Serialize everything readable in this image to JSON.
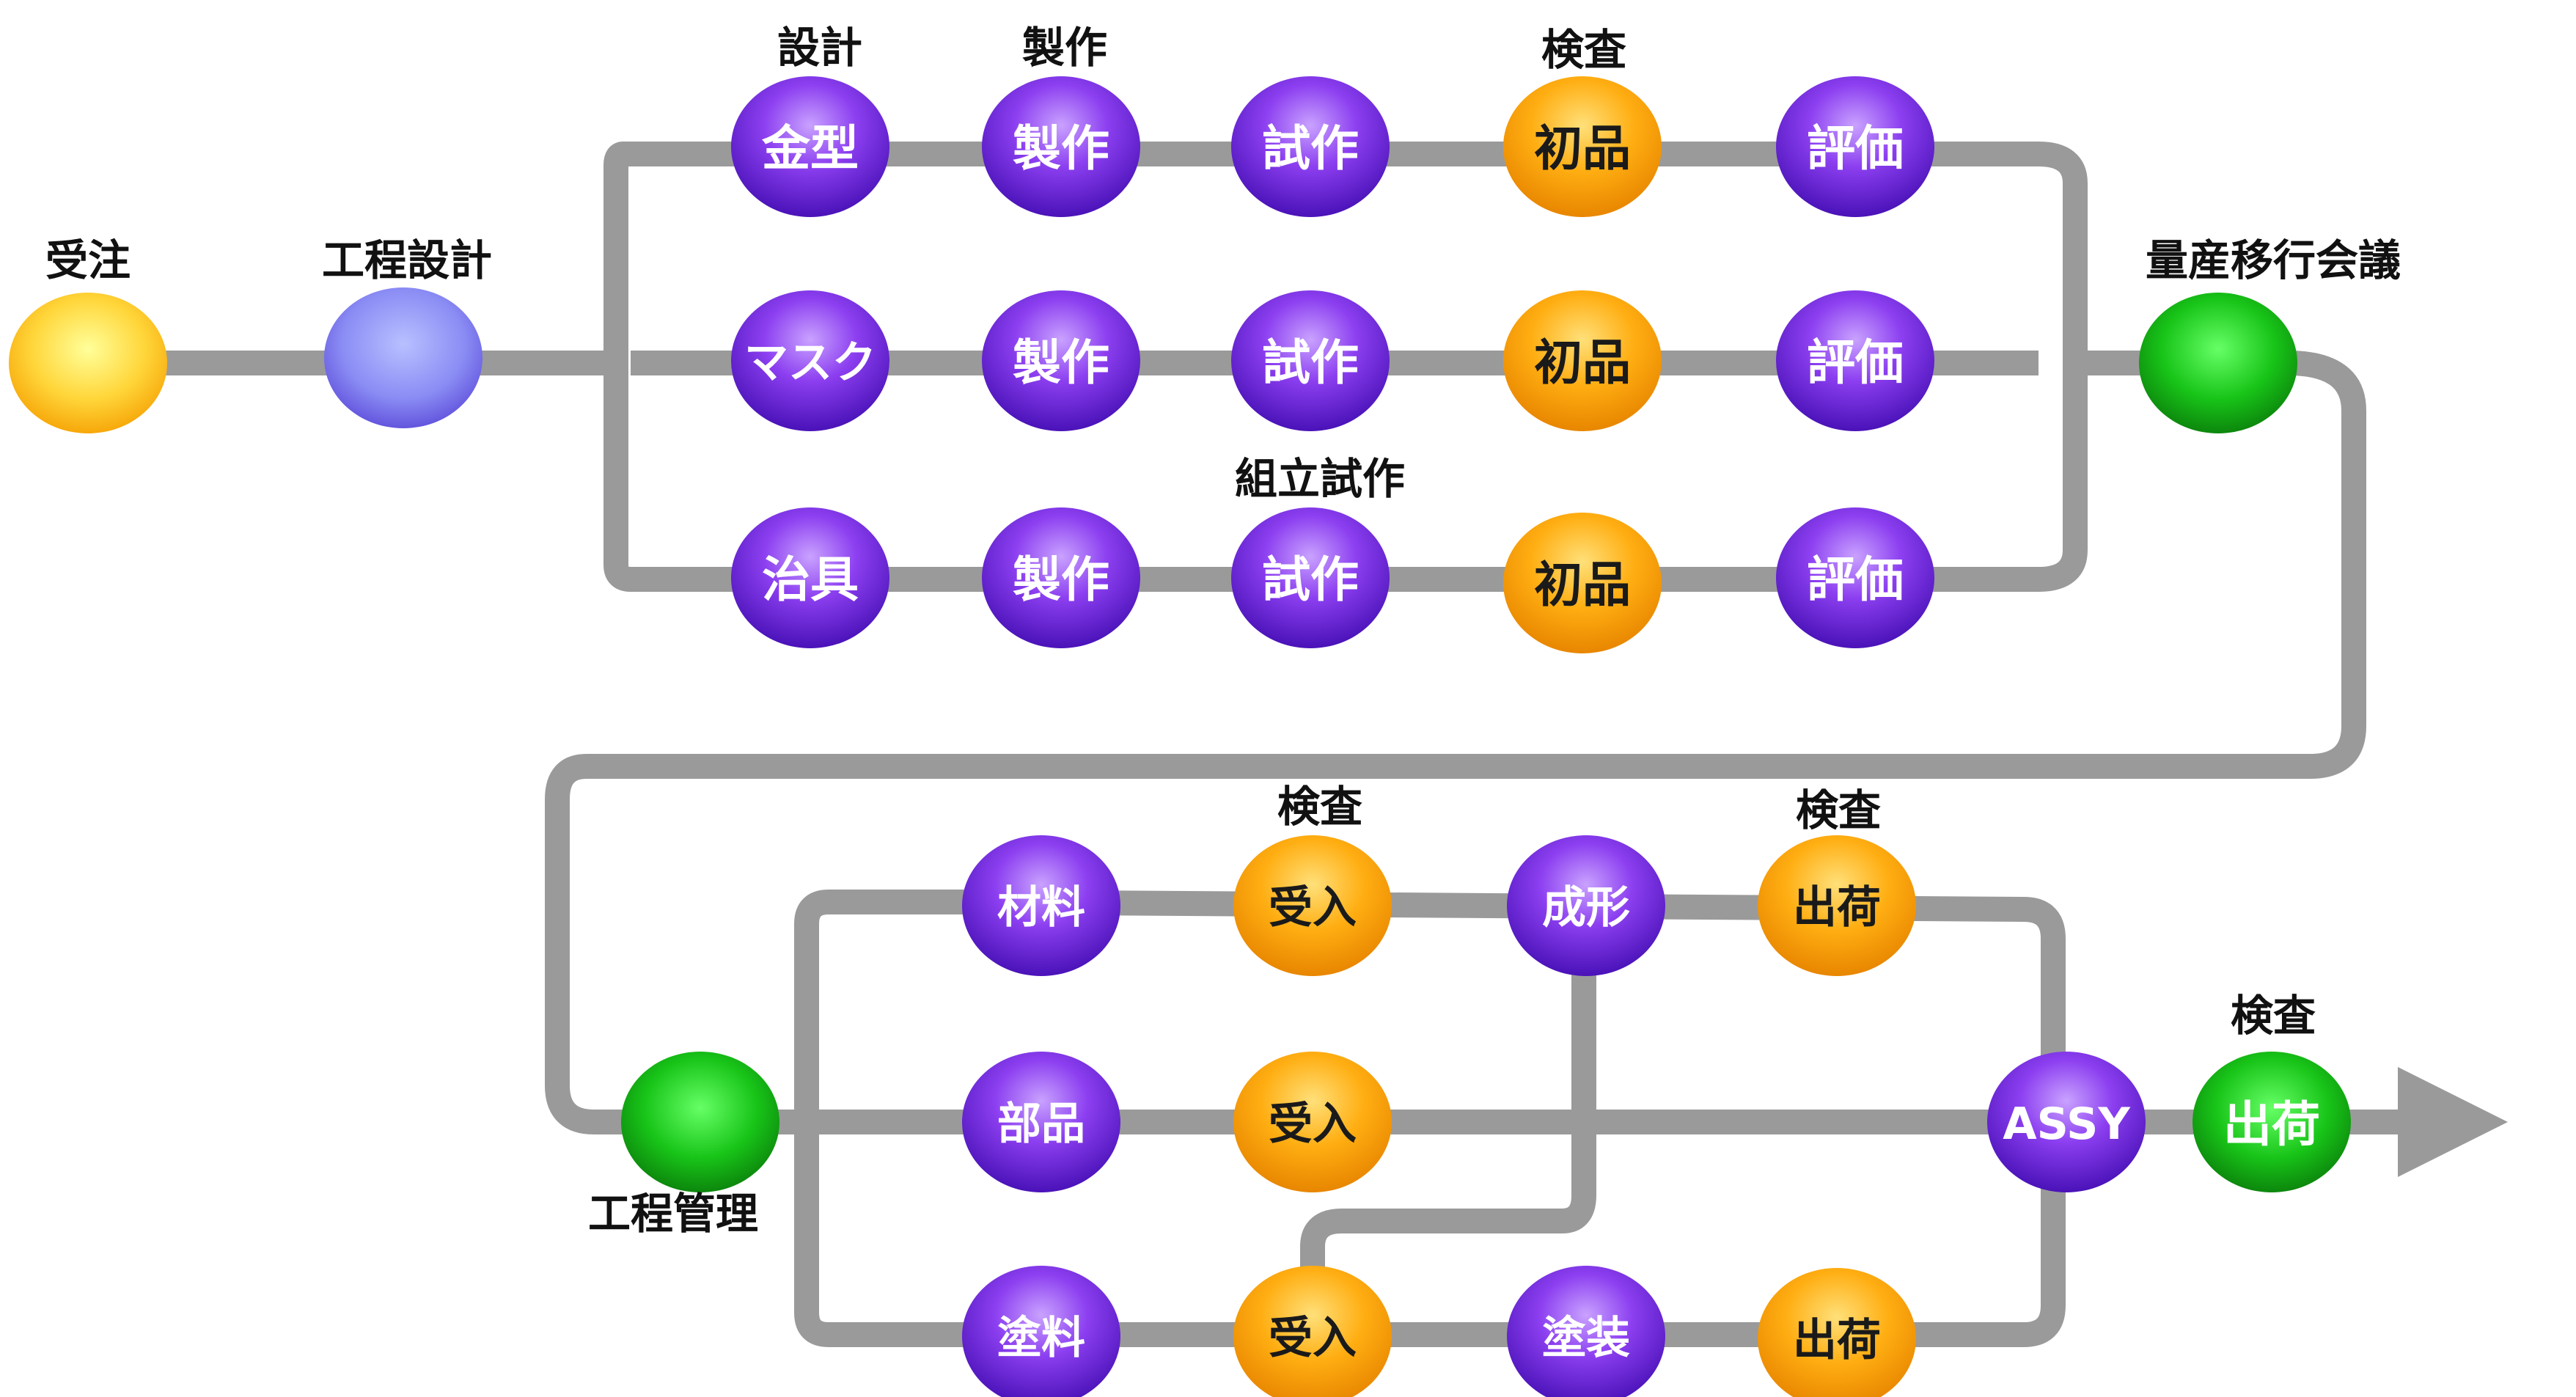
{
  "colors": {
    "pipe": "#9a9a9a",
    "purple": "#7b2fd6",
    "orange": "#f7a500",
    "green": "#1fb81f",
    "yellow": "#ffd21e",
    "lavender": "#8f8ff7"
  },
  "upper": {
    "start": {
      "label": "受注",
      "text": ""
    },
    "process_design": {
      "label": "工程設計",
      "text": ""
    },
    "rows": [
      {
        "items": [
          "金型",
          "製作",
          "試作",
          "初品",
          "評価"
        ]
      },
      {
        "items": [
          "マスク",
          "製作",
          "試作",
          "初品",
          "評価"
        ]
      },
      {
        "items": [
          "治具",
          "製作",
          "試作",
          "初品",
          "評価"
        ]
      }
    ],
    "column_labels": [
      "設計",
      "製作",
      "検査"
    ],
    "assembly_trial_label": "組立試作",
    "mass_production_meeting": {
      "label": "量産移行会議",
      "text": ""
    }
  },
  "lower": {
    "process_management": {
      "label": "工程管理",
      "text": ""
    },
    "rows": [
      {
        "items": [
          "材料",
          "受入",
          "成形",
          "出荷"
        ]
      },
      {
        "items": [
          "部品",
          "受入"
        ]
      },
      {
        "items": [
          "塗料",
          "受入",
          "塗装",
          "出荷"
        ]
      }
    ],
    "inspection_labels": [
      "検査",
      "検査"
    ],
    "assy": "ASSY",
    "final": {
      "label": "検査",
      "text": "出荷"
    }
  }
}
